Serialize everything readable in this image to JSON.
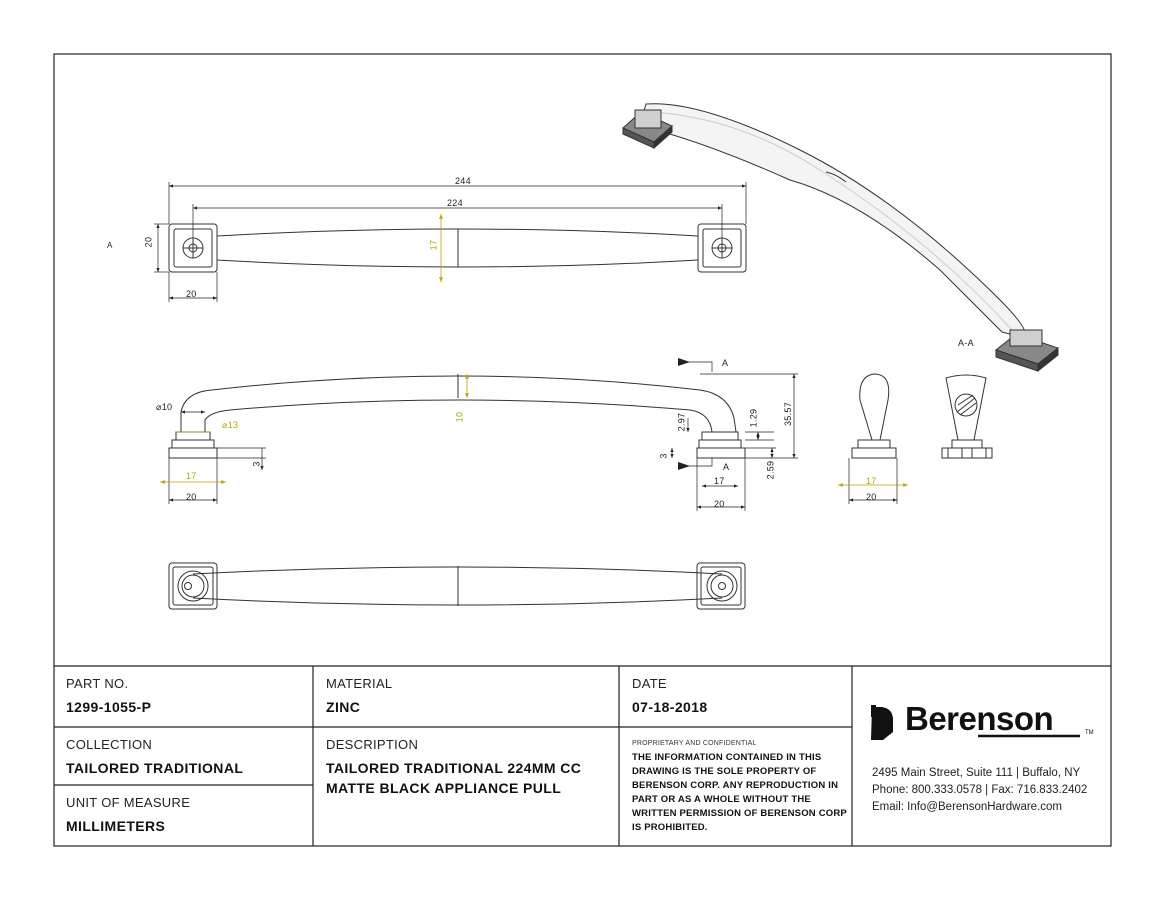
{
  "drawing": {
    "dims": {
      "overall_length": "244",
      "center_to_center": "224",
      "base_height_top": "20",
      "base_width_top": "20",
      "grip_height": "17",
      "section_mark": "A",
      "grip_dia": "⌀10",
      "post_dia": "⌀13",
      "base_thickness": "3",
      "front_width_inner": "17",
      "front_width_outer": "20",
      "sweep": "10",
      "height_top": "2.97",
      "height_step": "1.29",
      "total_height": "35.57",
      "base_step": "2.59",
      "right_thickness": "3",
      "right_inner": "17",
      "right_outer": "20",
      "side_inner": "17",
      "side_outer": "20",
      "section_label": "A-A"
    }
  },
  "titleblock": {
    "part_no_label": "PART NO.",
    "part_no": "1299-1055-P",
    "material_label": "MATERIAL",
    "material": "ZINC",
    "date_label": "DATE",
    "date": "07-18-2018",
    "collection_label": "COLLECTION",
    "collection": "TAILORED TRADITIONAL",
    "description_label": "DESCRIPTION",
    "description_line1": "TAILORED TRADITIONAL 224MM CC",
    "description_line2": "MATTE BLACK APPLIANCE PULL",
    "uom_label": "UNIT OF MEASURE",
    "uom": "MILLIMETERS",
    "prop_heading": "PROPRIETARY AND CONFIDENTIAL",
    "prop_text": "THE INFORMATION CONTAINED IN THIS DRAWING IS THE SOLE PROPERTY OF BERENSON CORP. ANY REPRODUCTION IN PART OR AS A WHOLE WITHOUT THE WRITTEN PERMISSION OF BERENSON CORP IS PROHIBITED.",
    "brand": "Berenson",
    "trademark": "TM",
    "address": "2495 Main Street, Suite 111 | Buffalo, NY",
    "phone": "Phone: 800.333.0578 | Fax: 716.833.2402",
    "email": "Email: Info@BerensonHardware.com"
  },
  "colors": {
    "dimension": "#222222",
    "accent_dim": "#b5a800",
    "line": "#333333"
  }
}
